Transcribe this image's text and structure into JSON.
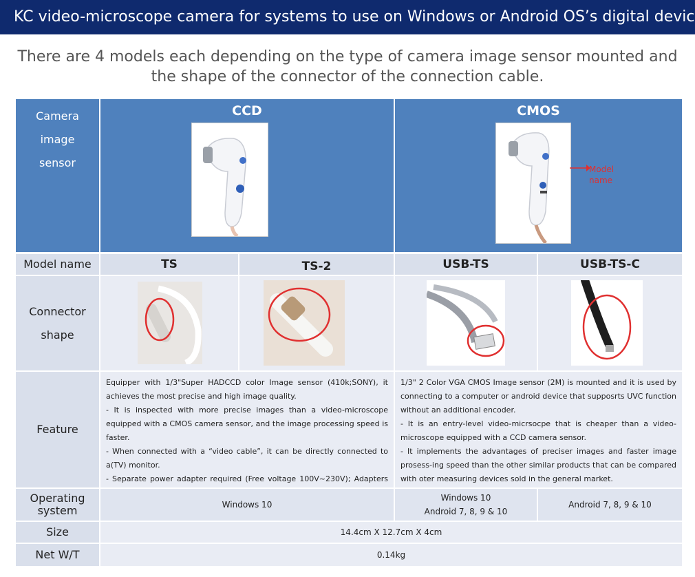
{
  "header": {
    "title": "KC video-microscope camera for systems to use on Windows or Android OS’s digital device"
  },
  "intro": {
    "line1": "There are 4 models each depending on the type of camera image sensor mounted and",
    "line2": "the shape of the connector of the connection cable."
  },
  "labels": {
    "sensor_line1": "Camera",
    "sensor_line2": "image",
    "sensor_line3": "sensor",
    "model_name": "Model name",
    "connector_line1": "Connector",
    "connector_line2": "shape",
    "feature": "Feature",
    "os_line1": "Operating",
    "os_line2": "system",
    "size": "Size",
    "weight": "Net W/T"
  },
  "sensors": {
    "ccd": "CCD",
    "cmos": "CMOS",
    "annotation_line1": "Model",
    "annotation_line2": "name"
  },
  "models": [
    "TS",
    "TS-2",
    "USB-TS",
    "USB-TS-C"
  ],
  "features": {
    "ccd": [
      "Equipper with 1/3\"Super HADCCD color Image sensor (410k;SONY), it achieves the most precise and high image quality.",
      "- It is inspected with more precise images than a video-microscope equipped with a CMOS camera sensor, and the image processing speed is faster.",
      "- When connected with a “video cable”, it can be directly connected to a(TV) monitor.",
      "- Separate power adapter required (Free voltage 100V~230V); Adapters are sold separately or included when purchasing a scope stand"
    ],
    "cmos": [
      "1/3\" 2 Color VGA CMOS Image sensor (2M) is mounted and it is used by connecting to a computer or android device that supposrts UVC function without an additional encoder.",
      "- It is an entry-level video-micrsocpe that is cheaper than a video-microscope equipped with a CCD camera sensor.",
      "- It implements the advantages of preciser images and faster image prosess-ing speed than the other similar products that can be compared with oter measuring devices sold in the general market."
    ]
  },
  "os": {
    "ccd": "Windows 10",
    "usb_ts_line1": "Windows 10",
    "usb_ts_line2": "Android 7, 8, 9 & 10",
    "usb_ts_c": "Android 7, 8, 9 & 10"
  },
  "size": "14.4cm X 12.7cm X 4cm",
  "weight": "0.14kg",
  "colors": {
    "title_bar": "#0f2a6e",
    "header_blue": "#4f81bd",
    "highlight_red": "#e03030"
  }
}
